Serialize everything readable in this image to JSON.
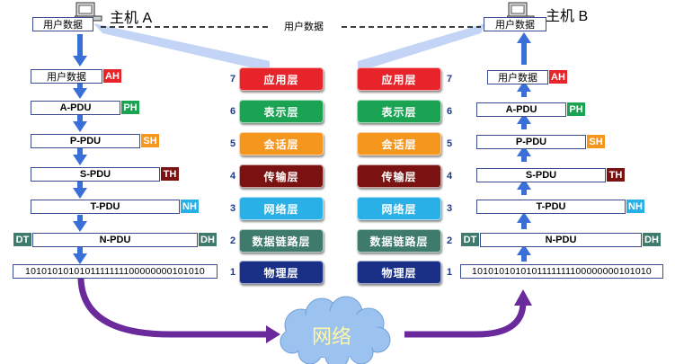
{
  "hosts": {
    "a_label": "主机 A",
    "b_label": "主机 B",
    "user_data": "用户数据",
    "middle_label": "用户数据"
  },
  "layers": [
    {
      "num": "7",
      "name": "应用层",
      "color": "#e8242b",
      "header": "AH",
      "pdu": "用户数据"
    },
    {
      "num": "6",
      "name": "表示层",
      "color": "#1aa352",
      "header": "PH",
      "pdu": "A-PDU"
    },
    {
      "num": "5",
      "name": "会话层",
      "color": "#f5961f",
      "header": "SH",
      "pdu": "P-PDU"
    },
    {
      "num": "4",
      "name": "传输层",
      "color": "#7a1212",
      "header": "TH",
      "pdu": "S-PDU"
    },
    {
      "num": "3",
      "name": "网络层",
      "color": "#29b0e6",
      "header": "NH",
      "pdu": "T-PDU"
    },
    {
      "num": "2",
      "name": "数据链路层",
      "color": "#3f7b6c",
      "header": "DH",
      "trailer": "DT",
      "pdu": "N-PDU"
    },
    {
      "num": "1",
      "name": "物理层",
      "color": "#1a2f86",
      "bits": "1010101010101111111100000000101010",
      "bits_right": "1010101010101111111100000000101010"
    }
  ],
  "network_label": "网络",
  "colors": {
    "arrow_blue": "#3a6fd8",
    "arrow_purple": "#6a2a9c",
    "cloud": "#9cc3f0"
  }
}
